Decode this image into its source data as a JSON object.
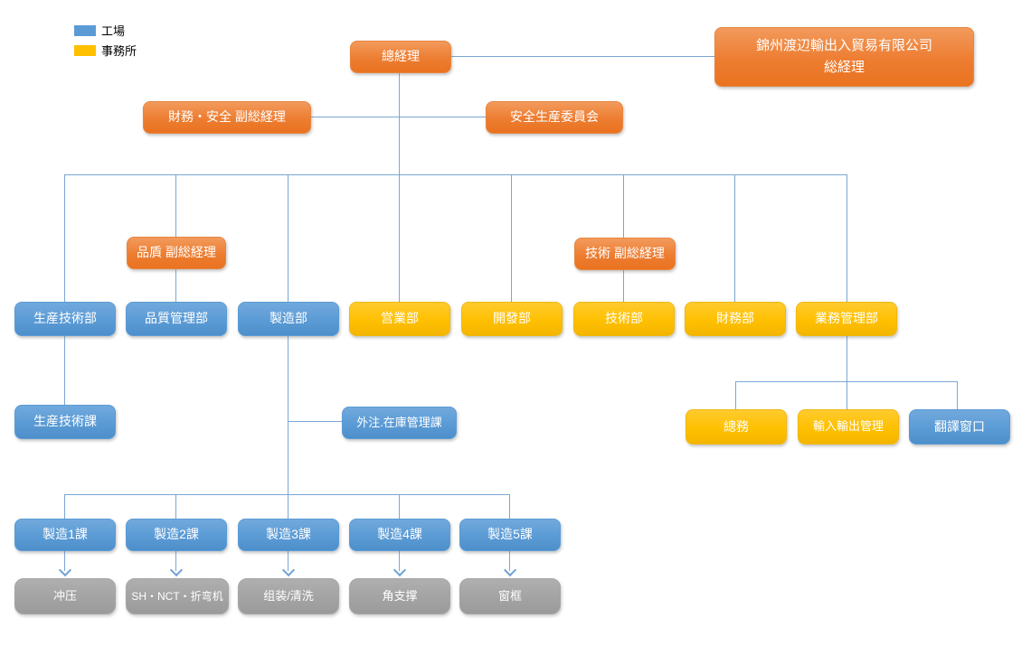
{
  "legend": {
    "factory": {
      "label": "工場",
      "color": "#5B9BD5"
    },
    "office": {
      "label": "事務所",
      "color": "#FFC000"
    }
  },
  "colors": {
    "orange": "#ED7D31",
    "blue": "#5B9BD5",
    "yellow": "#FFC000",
    "gray": "#A5A5A5",
    "connector": "#7BA6D3"
  },
  "nodes": {
    "gm": {
      "label": "總経理"
    },
    "company_gm": {
      "line1": "錦州渡辺輸出入貿易有限公司",
      "line2": "総経理"
    },
    "vice_finance_safety": {
      "label": "財務・安全 副総経理"
    },
    "safety_committee": {
      "label": "安全生産委員会"
    },
    "vice_quality": {
      "label": "品貭 副総経理"
    },
    "vice_tech": {
      "label": "技術 副総経理"
    },
    "dept_prod_tech": {
      "label": "生産技術部"
    },
    "dept_quality": {
      "label": "品質管理部"
    },
    "dept_mfg": {
      "label": "製造部"
    },
    "dept_sales": {
      "label": "営業部"
    },
    "dept_dev": {
      "label": "開發部"
    },
    "dept_tech": {
      "label": "技術部"
    },
    "dept_finance": {
      "label": "財務部"
    },
    "dept_biz_mgmt": {
      "label": "業務管理部"
    },
    "sec_prod_tech": {
      "label": "生産技術課"
    },
    "sec_outsource_stock": {
      "label": "外注.在庫管理課"
    },
    "sec_general": {
      "label": "總務"
    },
    "sec_import_export": {
      "label": "輸入輸出管理"
    },
    "sec_translation": {
      "label": "翻譯窗口"
    },
    "mfg1": {
      "label": "製造1課"
    },
    "mfg2": {
      "label": "製造2課"
    },
    "mfg3": {
      "label": "製造3課"
    },
    "mfg4": {
      "label": "製造4課"
    },
    "mfg5": {
      "label": "製造5課"
    },
    "proc_stamping": {
      "label": "冲压"
    },
    "proc_sh_nct_bending": {
      "label": "SH・NCT・折弯机"
    },
    "proc_assembly_cleaning": {
      "label": "组装/清洗"
    },
    "proc_corner_support": {
      "label": "角支撑"
    },
    "proc_window_frame": {
      "label": "窗框"
    }
  }
}
